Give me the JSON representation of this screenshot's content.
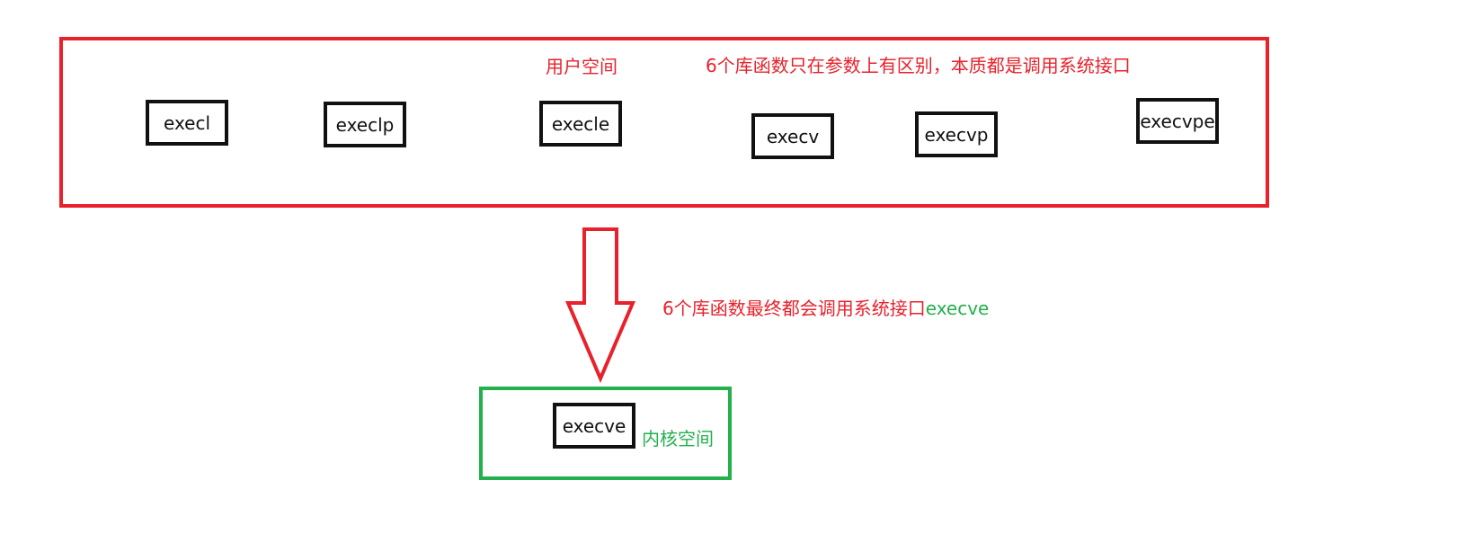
{
  "colors": {
    "user_space": "#e8212b",
    "kernel_space": "#22b14c",
    "function_box": "#111111"
  },
  "user_space": {
    "label": "用户空间",
    "note": "6个库函数只在参数上有区别，本质都是调用系统接口",
    "functions": [
      "execl",
      "execlp",
      "execle",
      "execv",
      "execvp",
      "execvpe"
    ]
  },
  "arrow": {
    "note_prefix": "6个库函数最终都会调用系统接口",
    "note_suffix": "execve"
  },
  "kernel_space": {
    "label": "内核空间",
    "function": "execve"
  }
}
